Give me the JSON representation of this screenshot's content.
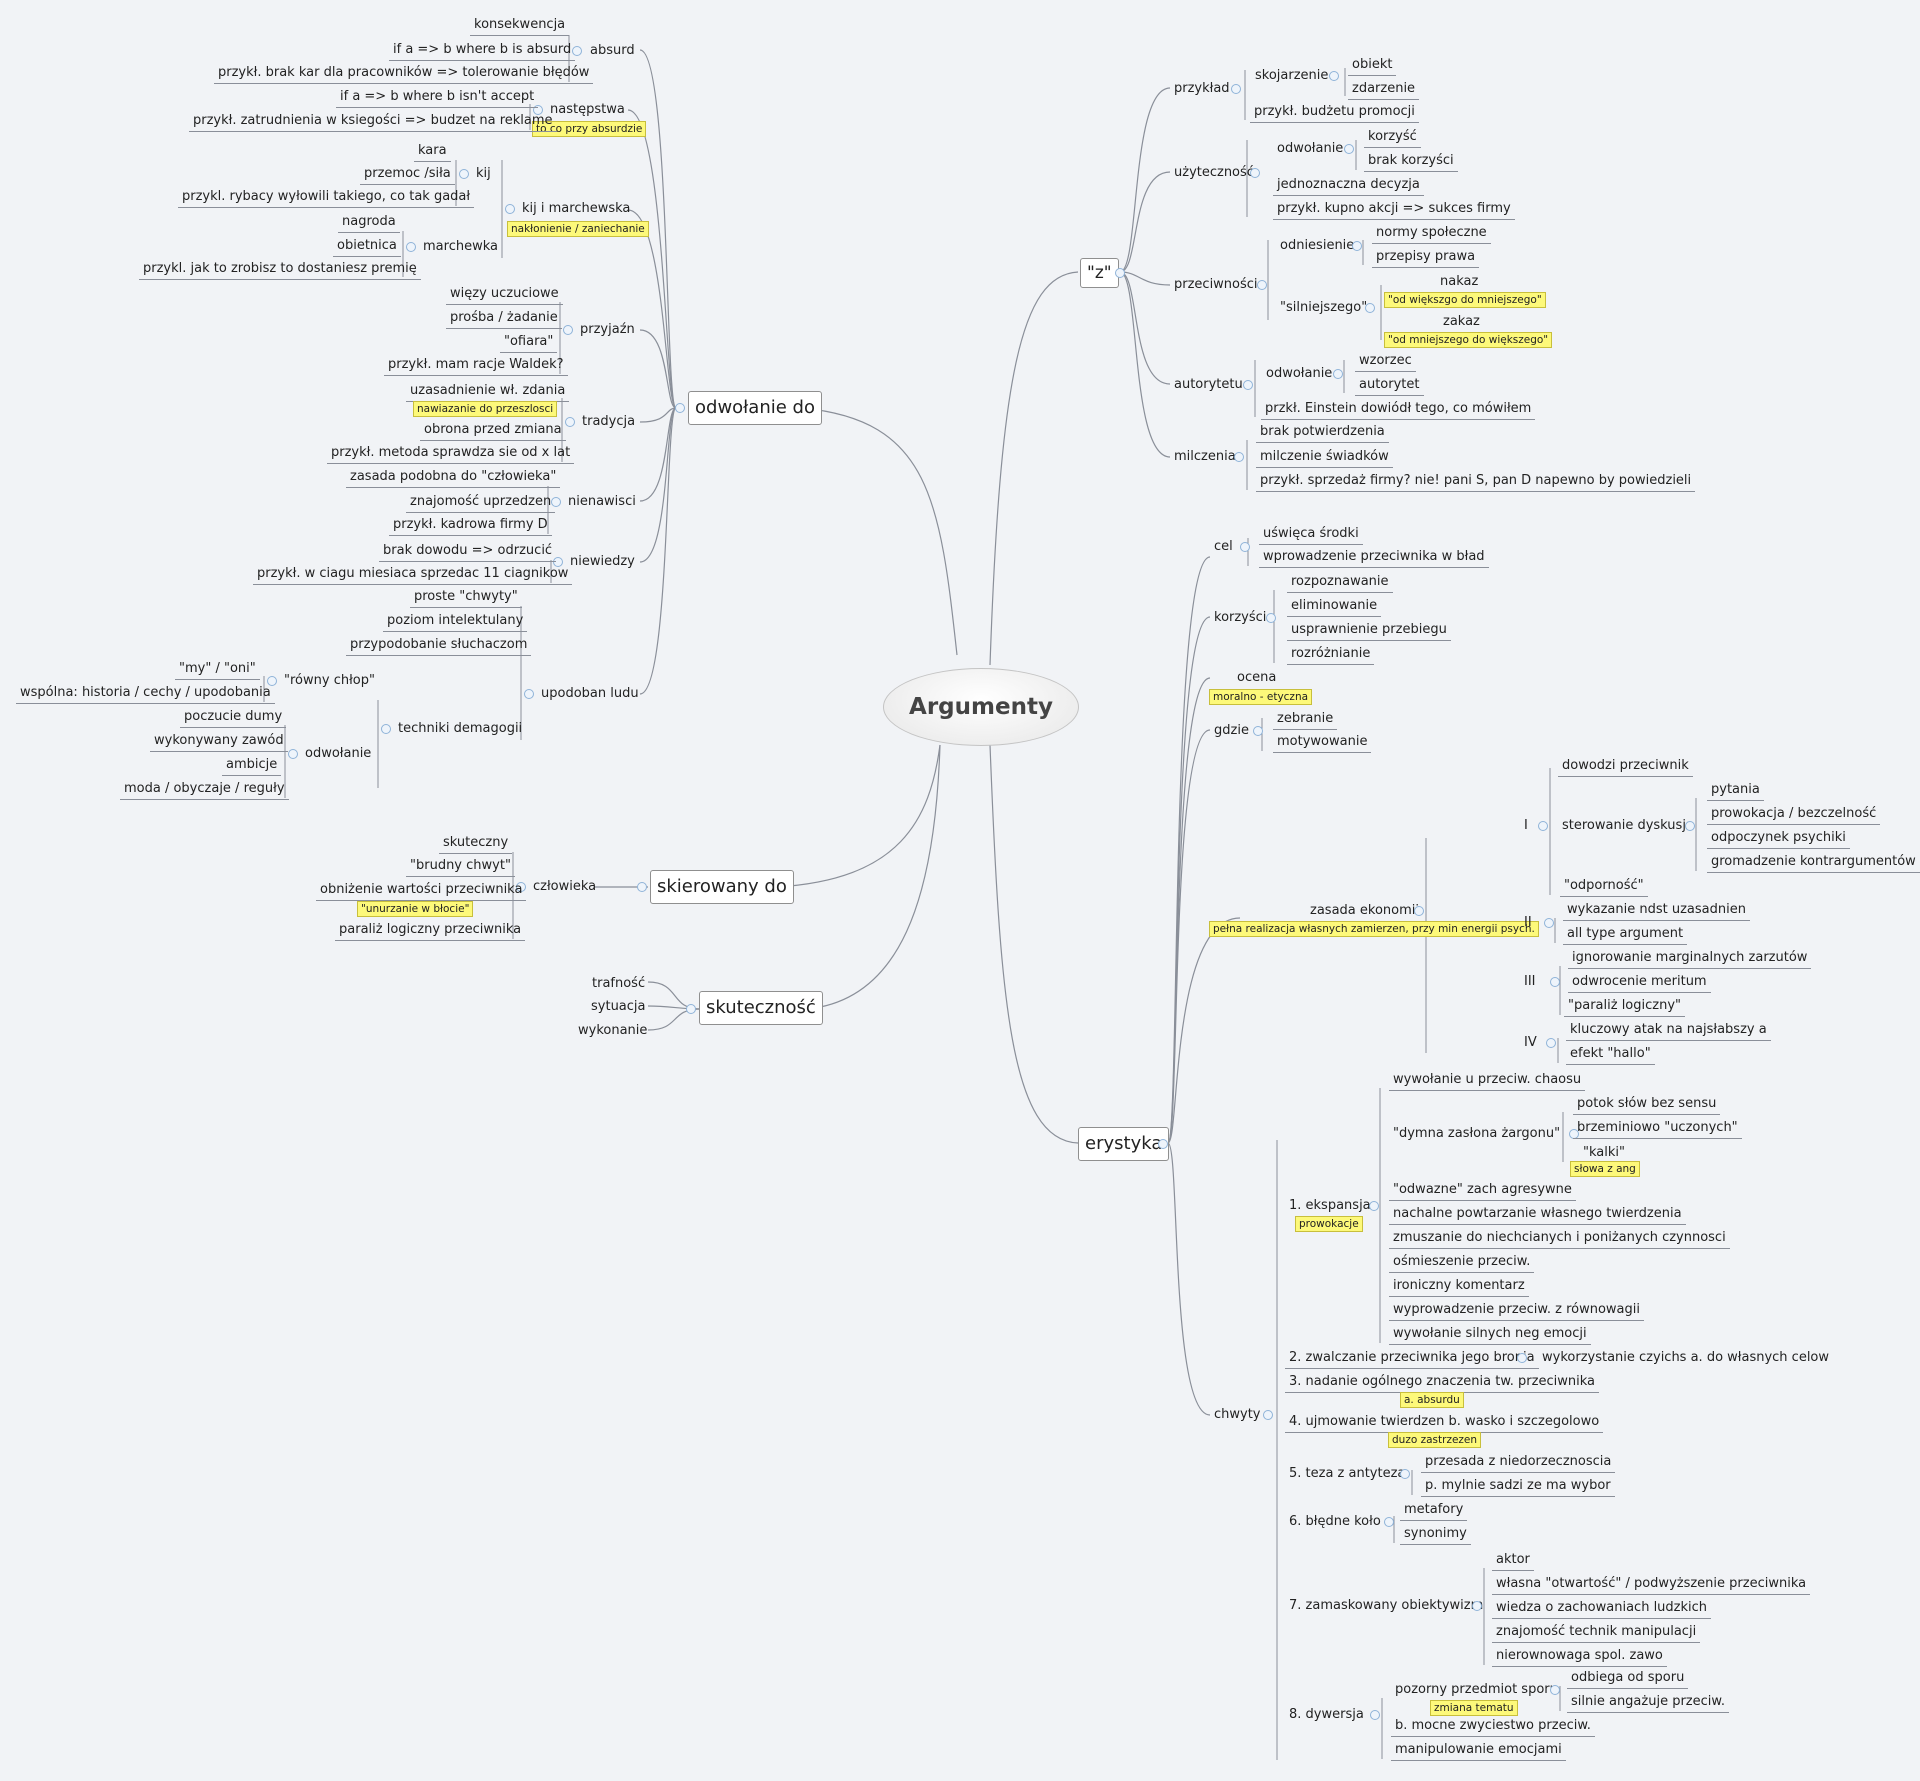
{
  "root": {
    "label": "Argumenty"
  },
  "left": {
    "odwolanie": {
      "label": "odwołanie do",
      "absurd": {
        "label": "absurd",
        "items": [
          "konsekwencja",
          "if a => b where b is absurd",
          "przykł. brak kar dla pracowników => tolerowanie błędów"
        ]
      },
      "nastepstwa": {
        "label": "następstwa",
        "note": "to co przy absurdzie",
        "items": [
          "if a => b where b isn't accept",
          "przykł. zatrudnienia w ksiegości => budzet na reklame"
        ]
      },
      "kij_marchewka": {
        "label": "kij i marchewska",
        "note": "nakłonienie / zaniechanie",
        "kij": {
          "label": "kij",
          "items": [
            "kara",
            "przemoc /siła",
            "przykl. rybacy wyłowili takiego, co tak gadał"
          ]
        },
        "marchewka": {
          "label": "marchewka",
          "items": [
            "nagroda",
            "obietnica",
            "przykl. jak to zrobisz to dostaniesz premię"
          ]
        }
      },
      "przyjazn": {
        "label": "przyjaźn",
        "items": [
          "więzy uczuciowe",
          "prośba / żadanie",
          "\"ofiara\"",
          "przykł. mam racje Waldek?"
        ]
      },
      "tradycja": {
        "label": "tradycja",
        "items": [
          "uzasadnienie wł. zdania",
          "obrona przed zmiana",
          "przykł. metoda sprawdza sie od x lat"
        ],
        "note": "nawiazanie do przeszlosci"
      },
      "nienawisci": {
        "label": "nienawisci",
        "items": [
          "zasada podobna do \"człowieka\"",
          "znajomość uprzedzen",
          "przykł. kadrowa firmy D"
        ]
      },
      "niewiedzy": {
        "label": "niewiedzy",
        "items": [
          "brak dowodu => odrzucić",
          "przykł. w ciagu miesiaca sprzedac 11 ciagnikow"
        ]
      },
      "upodoban": {
        "label": "upodoban ludu",
        "items": [
          "proste \"chwyty\"",
          "poziom intelektulany",
          "przypodobanie słuchaczom"
        ],
        "techniki": {
          "label": "techniki demagogii",
          "rowny": {
            "label": "\"równy chłop\"",
            "items": [
              "\"my\" / \"oni\"",
              "wspólna: historia / cechy / upodobania"
            ]
          },
          "odwolanie2": {
            "label": "odwołanie",
            "items": [
              "poczucie dumy",
              "wykonywany zawód",
              "ambicje",
              "moda / obyczaje / reguły"
            ]
          }
        }
      }
    },
    "skierowany": {
      "label": "skierowany do",
      "czlowieka": {
        "label": "człowieka",
        "items": [
          "skuteczny",
          "\"brudny chwyt\"",
          "obniżenie wartości przeciwnika",
          "paraliż logiczny przeciwnika"
        ],
        "note": "\"unurzanie w błocie\""
      }
    },
    "skutecznosc": {
      "label": "skuteczność",
      "items": [
        "trafność",
        "sytuacja",
        "wykonanie"
      ]
    }
  },
  "right": {
    "z": {
      "label": "\"z\"",
      "przyklad": {
        "label": "przykład",
        "skojarzenie": {
          "label": "skojarzenie",
          "items": [
            "obiekt",
            "zdarzenie"
          ]
        },
        "item": "przykł.  budżetu promocji"
      },
      "uzytecznosc": {
        "label": "użyteczność",
        "odwolanie": {
          "label": "odwołanie",
          "items": [
            "korzyść",
            "brak korzyści"
          ]
        },
        "items": [
          "jednoznaczna decyzja",
          "przykł. kupno akcji => sukces firmy"
        ]
      },
      "przeciwnosci": {
        "label": "przeciwności",
        "odniesienie": {
          "label": "odniesienie",
          "items": [
            "normy społeczne",
            "przepisy prawa"
          ]
        },
        "silniejszego": {
          "label": "\"silniejszego\"",
          "nakaz": "nakaz",
          "nakaz_note": "\"od większgo do mniejszego\"",
          "zakaz": "zakaz",
          "zakaz_note": "\"od mniejszego do większego\""
        }
      },
      "autorytetu": {
        "label": "autorytetu",
        "odwolanie": {
          "label": "odwołanie",
          "items": [
            "wzorzec",
            "autorytet"
          ]
        },
        "item": "przkł. Einstein dowiódł tego, co mówiłem"
      },
      "milczenia": {
        "label": "milczenia",
        "items": [
          "brak potwierdzenia",
          "milczenie świadków",
          "przykł. sprzedaż firmy? nie! pani S, pan D napewno by powiedzieli"
        ]
      }
    },
    "erystyka": {
      "label": "erystyka",
      "cel": {
        "label": "cel",
        "items": [
          "uświęca środki",
          "wprowadzenie przeciwnika w bład"
        ]
      },
      "korzysci": {
        "label": "korzyści",
        "items": [
          "rozpoznawanie",
          "eliminowanie",
          "usprawnienie przebiegu",
          "rozróżnianie"
        ]
      },
      "ocena": {
        "label": "ocena",
        "note": "moralno - etyczna"
      },
      "gdzie": {
        "label": "gdzie",
        "items": [
          "zebranie",
          "motywowanie"
        ]
      },
      "zasada": {
        "label": "zasada ekonomii",
        "note": "pełna realizacja własnych zamierzen, przy min energii psych.",
        "I": {
          "label": "I",
          "items": [
            "dowodzi przeciwnik",
            "\"odporność\""
          ],
          "sterowanie": {
            "label": "sterowanie dyskusja",
            "items": [
              "pytania",
              "prowokacja / bezczelność",
              "odpoczynek psychiki",
              "gromadzenie kontrargumentów"
            ]
          }
        },
        "II": {
          "label": "II",
          "items": [
            "wykazanie ndst uzasadnien",
            "all type argument"
          ]
        },
        "III": {
          "label": "III",
          "items": [
            "ignorowanie marginalnych zarzutów",
            "odwrocenie meritum",
            "\"paraliż logiczny\""
          ]
        },
        "IV": {
          "label": "IV",
          "items": [
            "kluczowy atak na najsłabszy a",
            "efekt \"hallo\""
          ]
        }
      },
      "chwyty": {
        "label": "chwyty",
        "ekspansja": {
          "label": "1. ekspansja",
          "note": "prowokacje",
          "items": [
            "wywołanie u przeciw. chaosu",
            "\"odwazne\" zach agresywne",
            "nachalne powtarzanie własnego twierdzenia",
            "zmuszanie do niechcianych i poniżanych czynnosci",
            "ośmieszenie przeciw.",
            "ironiczny komentarz",
            "wyprowadzenie przeciw. z równowagii",
            "wywołanie silnych neg emocji"
          ],
          "zargon": {
            "label": "\"dymna zasłona żargonu\"",
            "items": [
              "potok słów bez sensu",
              "brzeminiowo \"uczonych\"",
              "\"kalki\""
            ],
            "note": "słowa z ang"
          }
        },
        "c2": {
          "label": "2. zwalczanie przeciwnika jego bronia",
          "item": "wykorzystanie czyichs a. do własnych celow"
        },
        "c3": {
          "label": "3. nadanie ogólnego znaczenia tw. przeciwnika",
          "note": "a. absurdu"
        },
        "c4": {
          "label": "4. ujmowanie twierdzen b. wasko i szczegolowo",
          "note": "duzo zastrzezen"
        },
        "c5": {
          "label": "5. teza z antyteza",
          "items": [
            "przesada z niedorzecznoscia",
            "p. mylnie sadzi ze ma wybor"
          ]
        },
        "c6": {
          "label": "6. błędne koło",
          "items": [
            "metafory",
            "synonimy"
          ]
        },
        "c7": {
          "label": "7. zamaskowany obiektywizm",
          "items": [
            "aktor",
            "własna \"otwartość\" / podwyższenie przeciwnika",
            "wiedza o zachowaniach ludzkich",
            "znajomość technik manipulacji",
            "nierownowaga spol. zawo"
          ]
        },
        "c8": {
          "label": "8. dywersja",
          "pozorny": {
            "label": "pozorny przedmiot sporu",
            "note": "zmiana tematu",
            "items": [
              "odbiega od sporu",
              "silnie angażuje przeciw."
            ]
          },
          "items": [
            "b. mocne zwyciestwo przeciw.",
            "manipulowanie emocjami"
          ]
        }
      }
    }
  },
  "colors": {
    "background": "#f1f3f6",
    "line": "#8a8f99",
    "note": "#fdf97a",
    "collapse": "#8fb3d8"
  }
}
